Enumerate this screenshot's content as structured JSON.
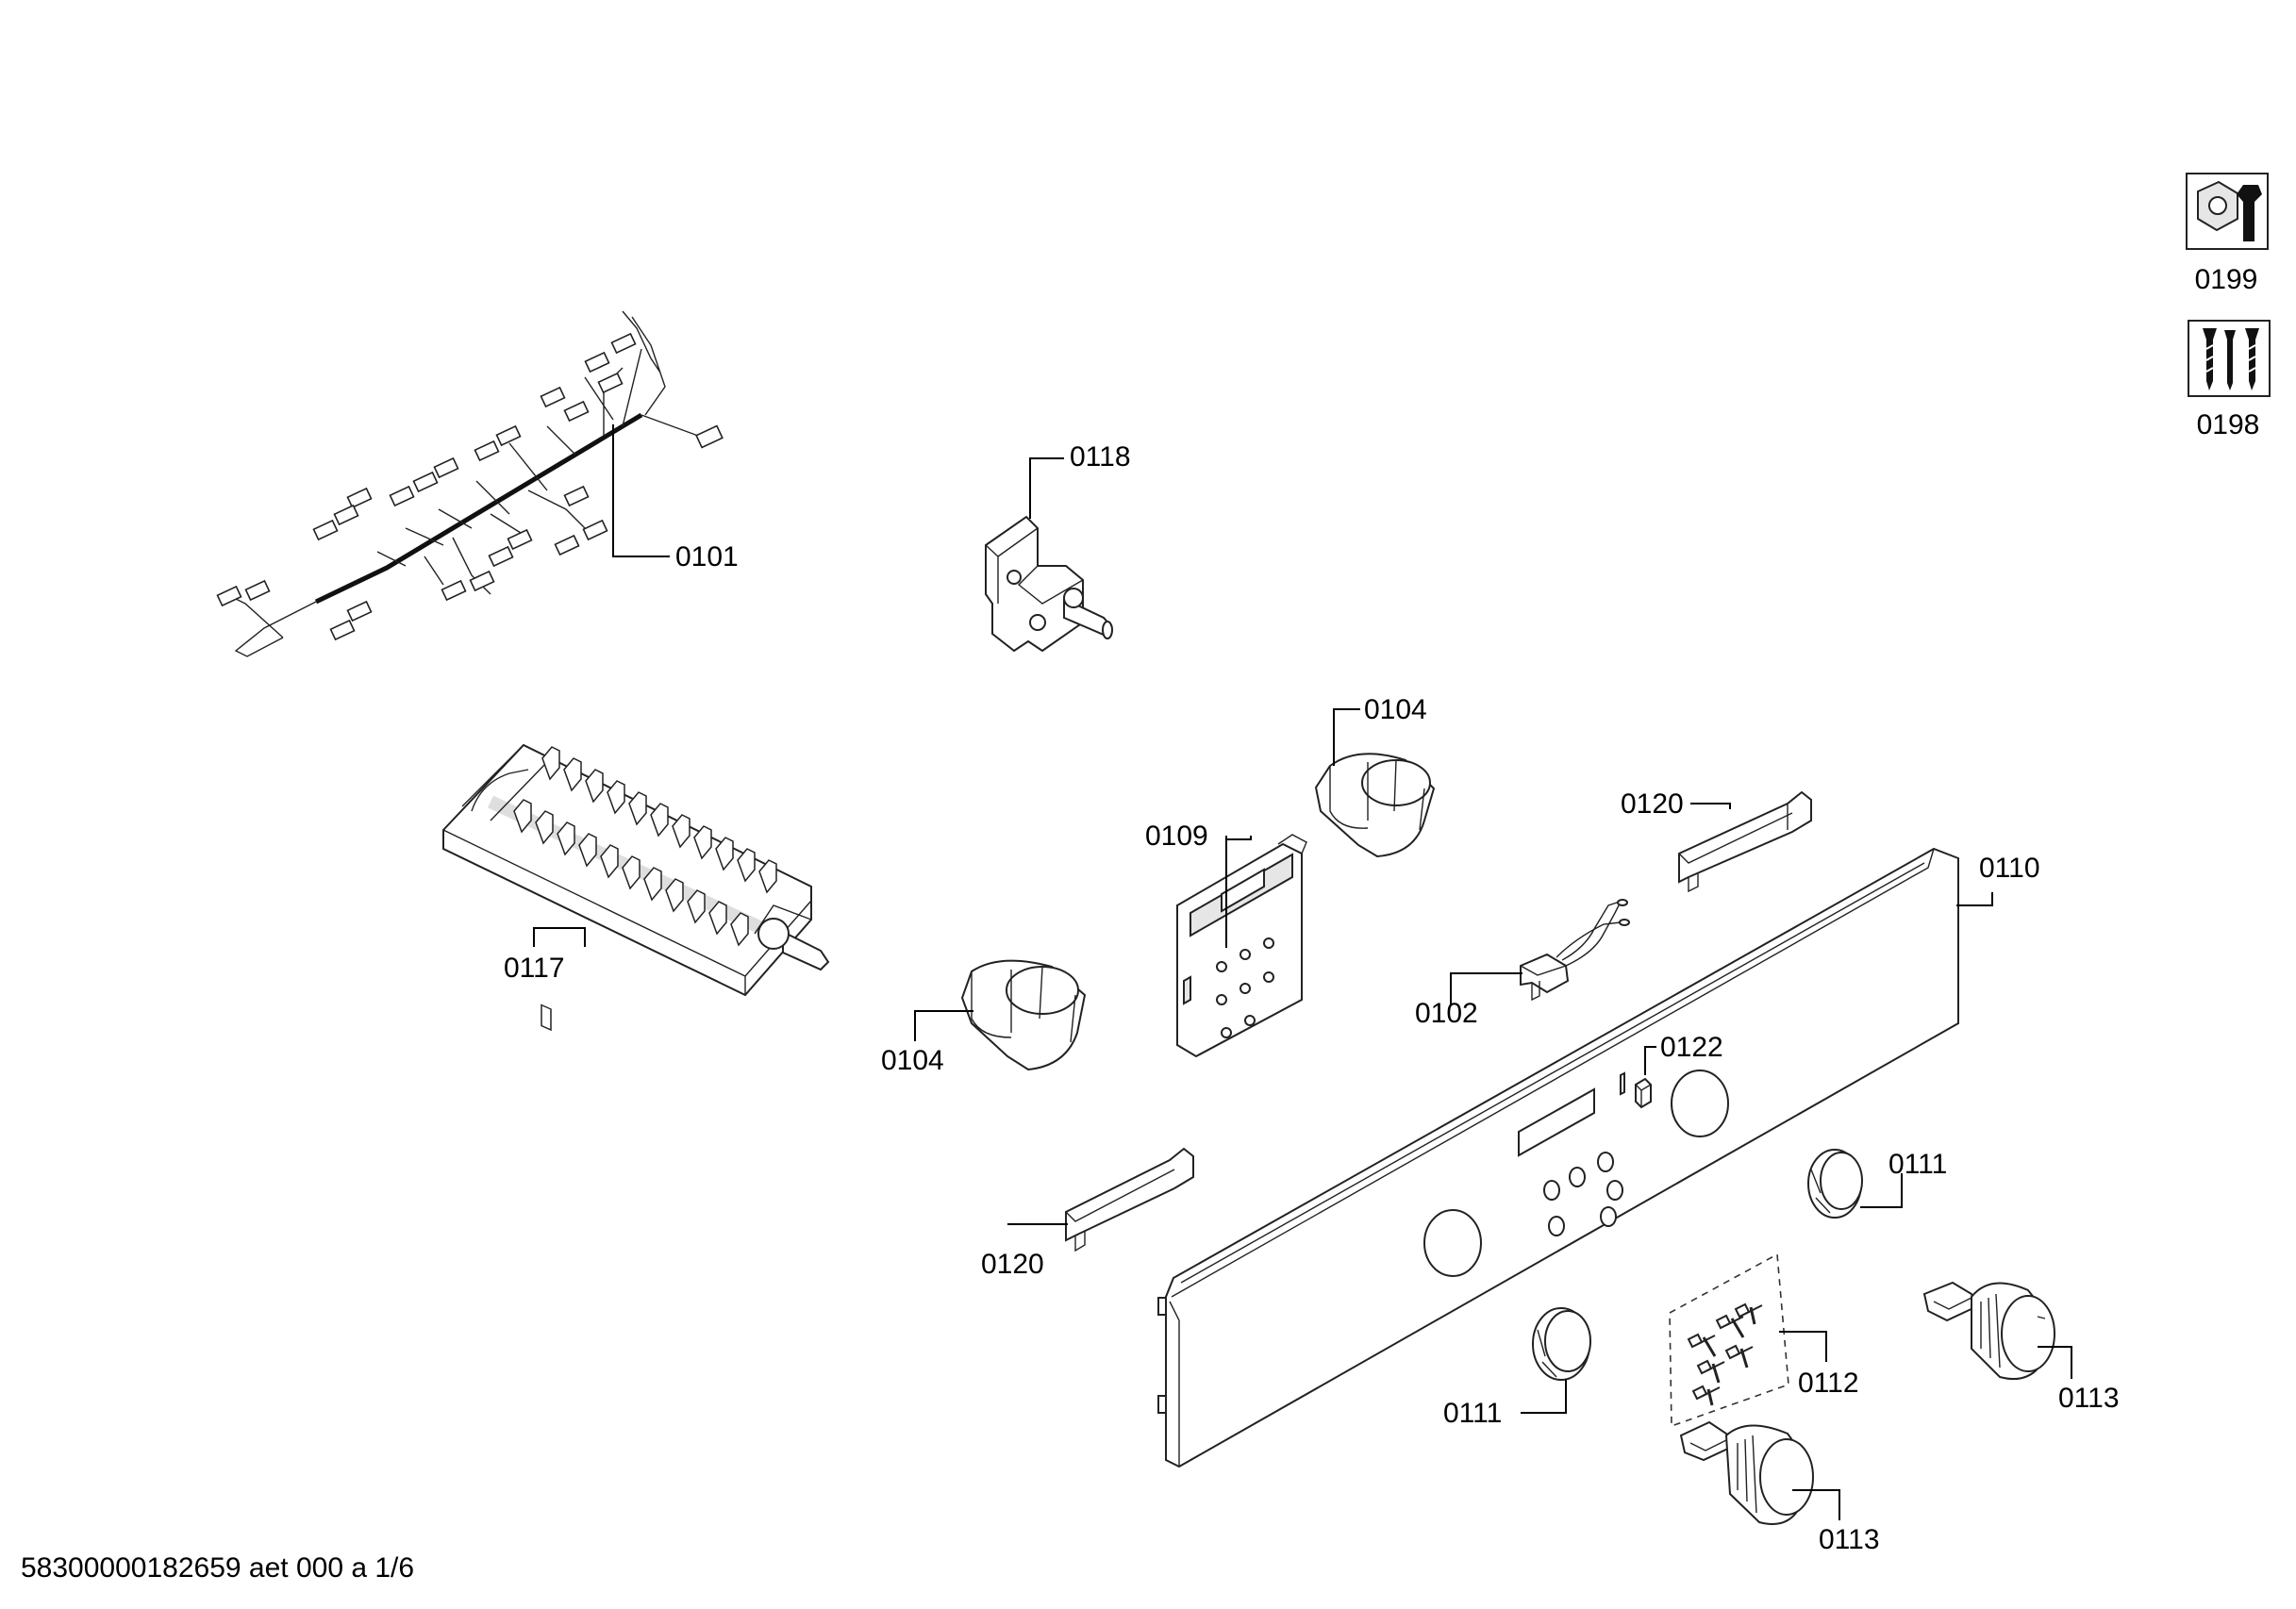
{
  "document": {
    "footer": "58300000182659 aet 000 a 1/6"
  },
  "icons": [
    {
      "name": "tool-wrench-nut-icon",
      "label": "0199"
    },
    {
      "name": "screws-icon",
      "label": "0198"
    }
  ],
  "parts": [
    {
      "id": "wire-harness",
      "label": "0101"
    },
    {
      "id": "switch-bracket",
      "label": "0118"
    },
    {
      "id": "selector-switch",
      "label": "0117"
    },
    {
      "id": "knob-holder-upper",
      "label": "0104"
    },
    {
      "id": "knob-holder-lower",
      "label": "0104"
    },
    {
      "id": "control-module",
      "label": "0109"
    },
    {
      "id": "clip-upper",
      "label": "0120"
    },
    {
      "id": "clip-lower",
      "label": "0120"
    },
    {
      "id": "control-panel",
      "label": "0110"
    },
    {
      "id": "indicator-lamp",
      "label": "0102"
    },
    {
      "id": "light-pipe",
      "label": "0122"
    },
    {
      "id": "knob-ring-right",
      "label": "0111"
    },
    {
      "id": "knob-ring-left",
      "label": "0111"
    },
    {
      "id": "screw-set",
      "label": "0112"
    },
    {
      "id": "knob-right",
      "label": "0113"
    },
    {
      "id": "knob-bottom",
      "label": "0113"
    }
  ]
}
